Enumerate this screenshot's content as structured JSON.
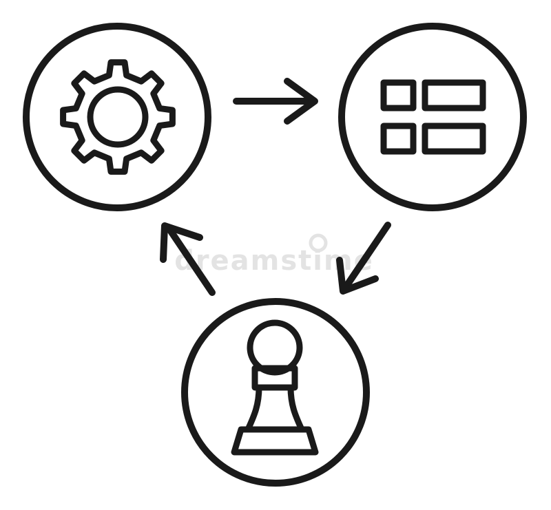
{
  "diagram": {
    "type": "cycle",
    "nodes": [
      {
        "id": "settings",
        "icon": "gear-icon"
      },
      {
        "id": "layout",
        "icon": "grid-layout-icon"
      },
      {
        "id": "strategy",
        "icon": "chess-pawn-icon"
      }
    ],
    "edges": [
      {
        "from": "settings",
        "to": "layout"
      },
      {
        "from": "layout",
        "to": "strategy"
      },
      {
        "from": "strategy",
        "to": "settings"
      }
    ]
  },
  "watermark": {
    "text": "dreamstime"
  },
  "colors": {
    "stroke": "#1a1a1a",
    "background": "#ffffff",
    "watermark": "#e3e3e3"
  }
}
